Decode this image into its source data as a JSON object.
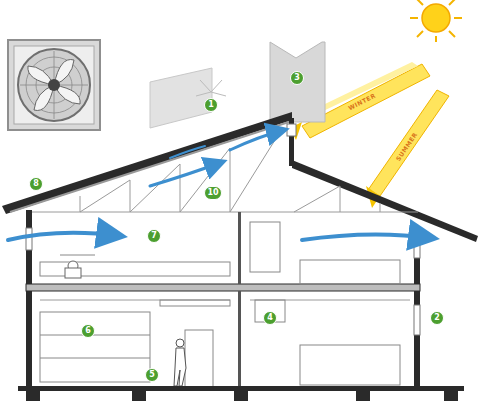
{
  "diagram": {
    "labels": [
      "1",
      "3",
      "8",
      "10",
      "7",
      "2",
      "4",
      "6",
      "5",
      "WINTER",
      "SUMMER"
    ]
  }
}
